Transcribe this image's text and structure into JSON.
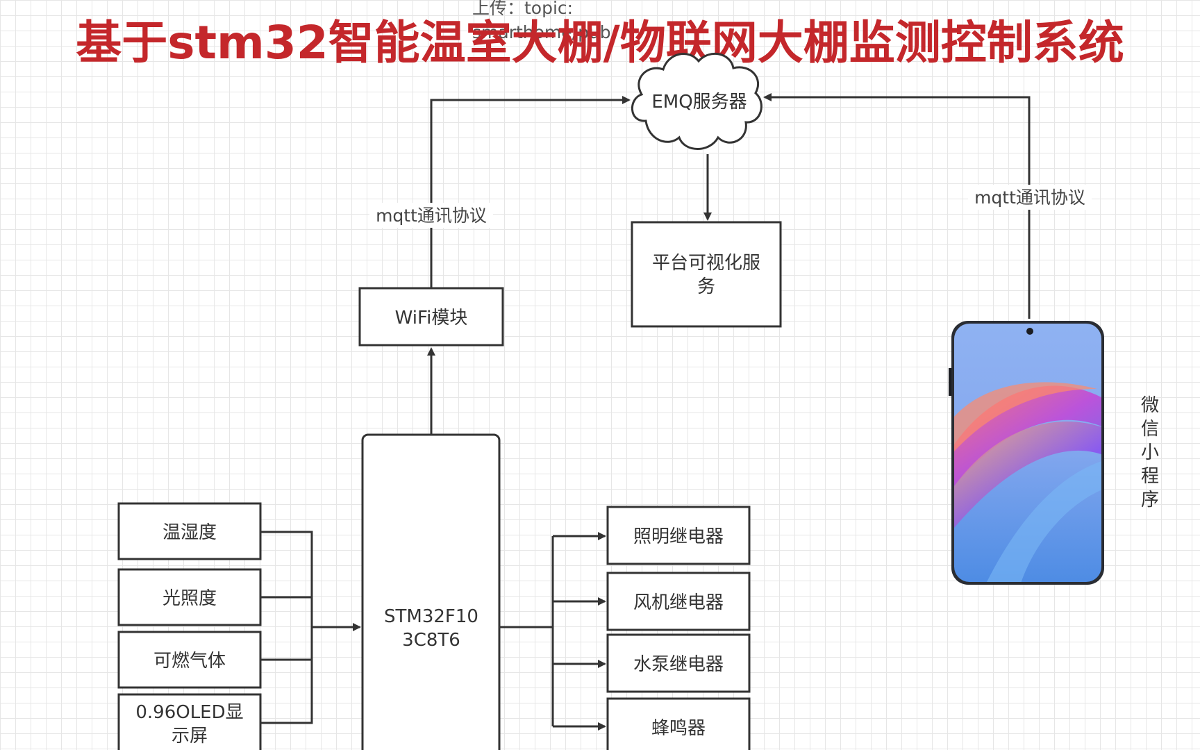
{
  "title": "基于stm32智能温室大棚/物联网大棚监测控制系统",
  "upload_label_line1": "上传：topic:",
  "upload_label_line2": "smarthome/pub",
  "nodes": {
    "emq": "EMQ服务器",
    "platform_line1": "平台可视化服",
    "platform_line2": "务",
    "wifi": "WiFi模块",
    "mcu_line1": "STM32F10",
    "mcu_line2": "3C8T6",
    "sensor_temp_humidity": "温湿度",
    "sensor_light": "光照度",
    "sensor_gas": "可燃气体",
    "oled_line1": "0.96OLED显",
    "oled_line2": "示屏",
    "relay_light": "照明继电器",
    "relay_fan": "风机继电器",
    "relay_pump": "水泵继电器",
    "buzzer": "蜂鸣器",
    "wechat_chars": [
      "微",
      "信",
      "小",
      "程",
      "序"
    ]
  },
  "edges": {
    "mqtt_left": "mqtt通讯协议",
    "mqtt_right": "mqtt通讯协议"
  }
}
